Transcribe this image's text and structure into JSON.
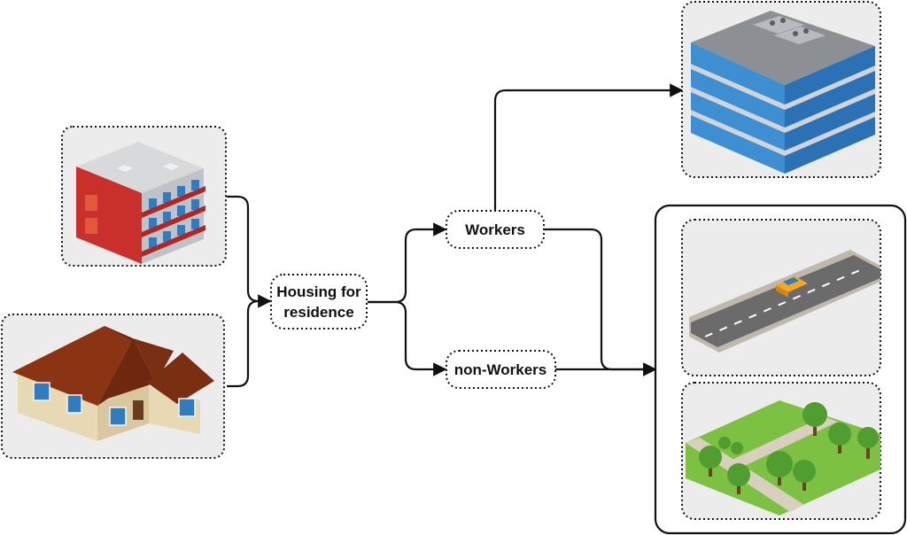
{
  "nodes": {
    "housing": {
      "line1": "Housing for",
      "line2": "residence"
    },
    "workers": {
      "label": "Workers"
    },
    "non_workers": {
      "label": "non-Workers"
    }
  },
  "images": [
    "apartment-building",
    "single-family-house",
    "office-building",
    "road-with-car",
    "park-with-trees"
  ],
  "colors": {
    "frame_fill": "#ececec",
    "stroke": "#111111",
    "apartment_red": "#c9302c",
    "roof_brown": "#7a2e12",
    "office_blue": "#3d8fd1",
    "grass_green": "#7dc142"
  }
}
